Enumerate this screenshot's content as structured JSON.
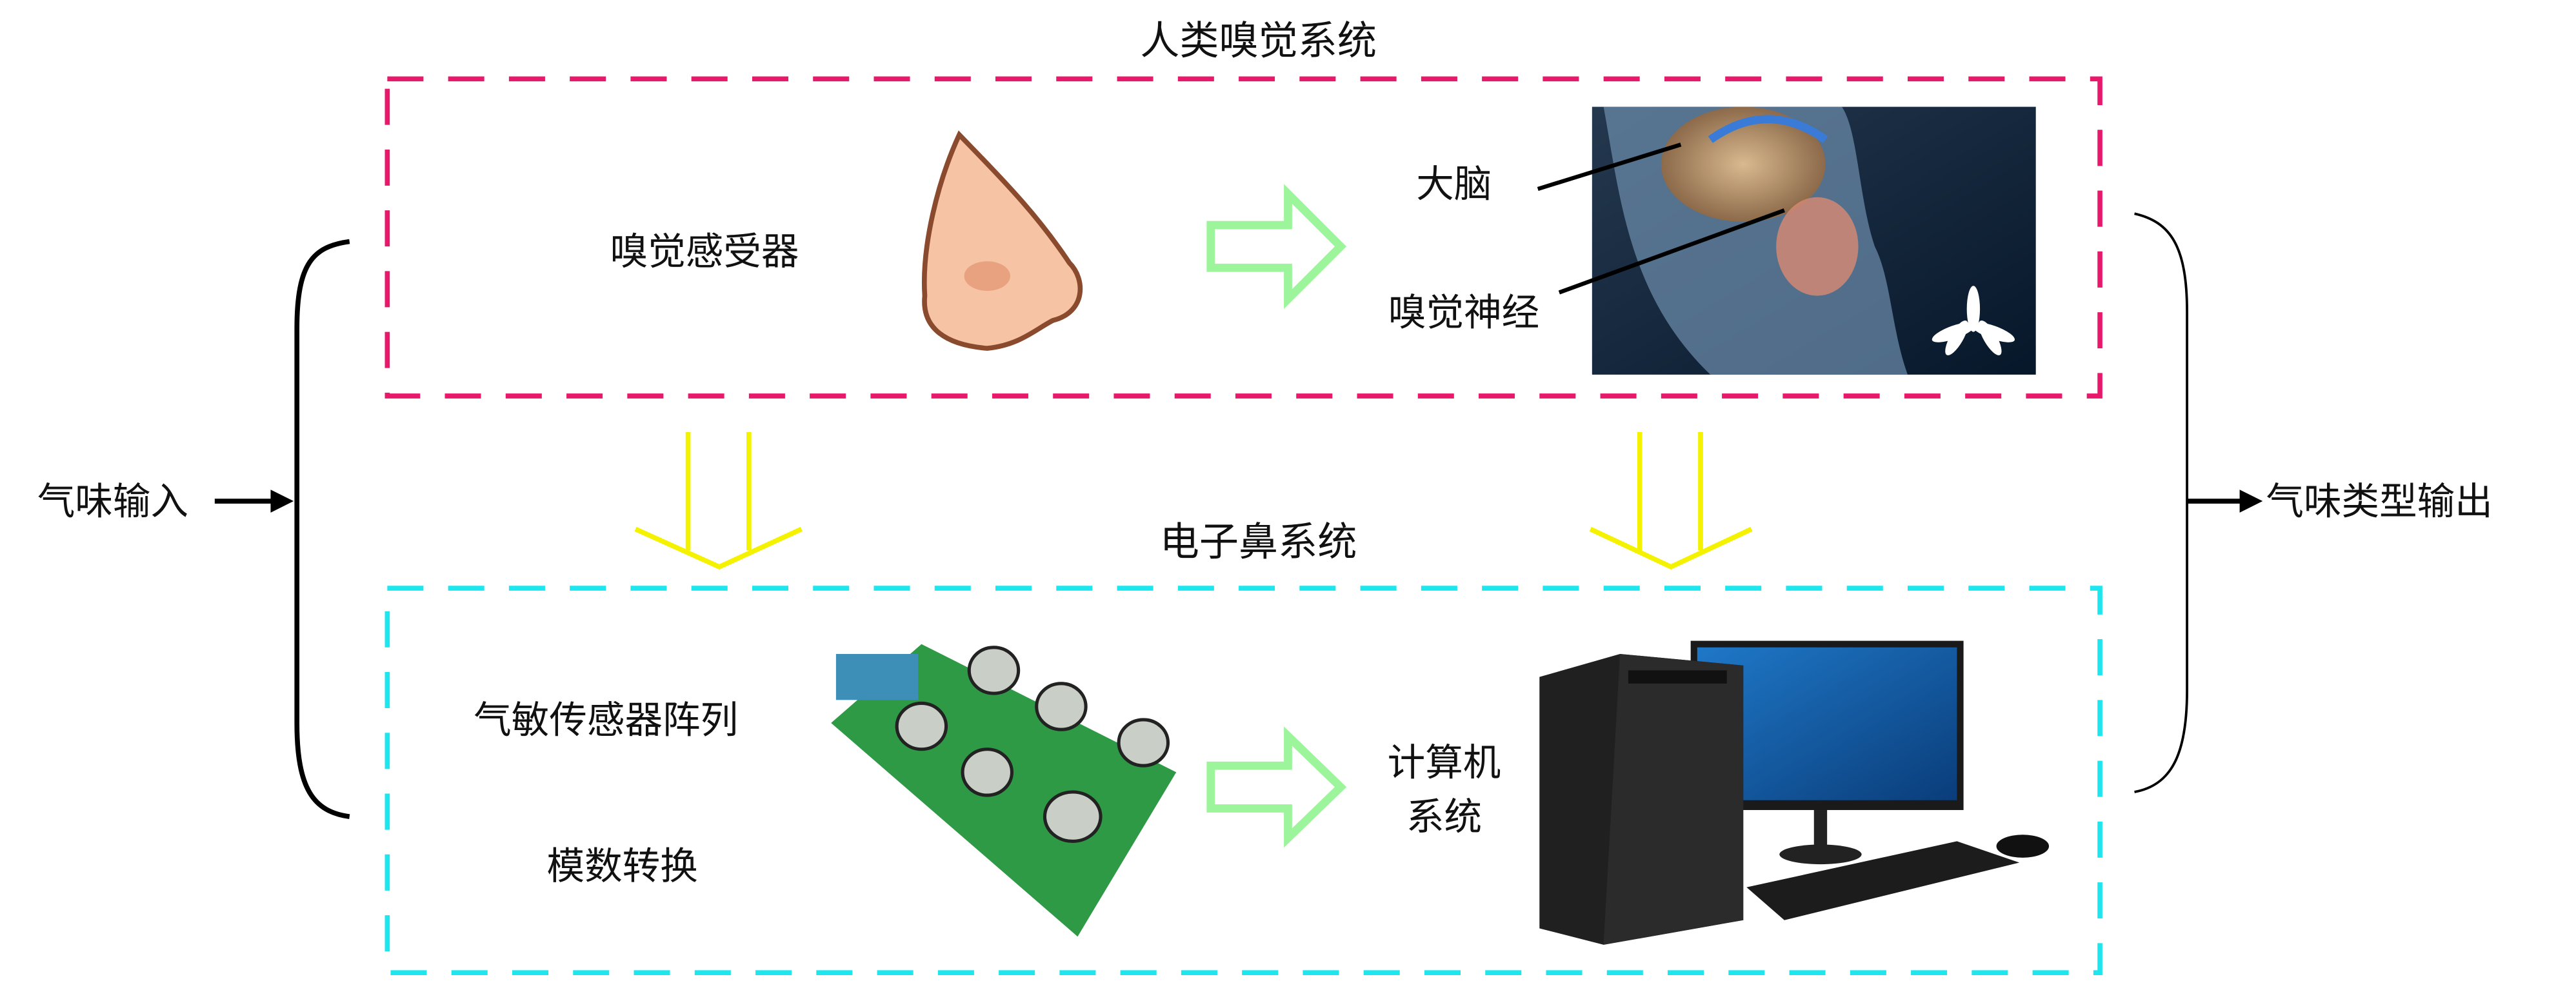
{
  "human_system": {
    "title": "人类嗅觉系统",
    "receptor_label": "嗅觉感受器",
    "brain_label": "大脑",
    "nerve_label": "嗅觉神经"
  },
  "enose_system": {
    "title": "电子鼻系统",
    "sensor_label": "气敏传感器阵列",
    "adc_label": "模数转换",
    "computer_label_line1": "计算机",
    "computer_label_line2": "系统"
  },
  "io": {
    "input_label": "气味输入",
    "output_label": "气味类型输出"
  },
  "colors": {
    "human_box": "#e8196a",
    "enose_box": "#1ee6ef",
    "hollow_arrow": "#9cf59a",
    "mapping_arrow": "#f5f200"
  }
}
